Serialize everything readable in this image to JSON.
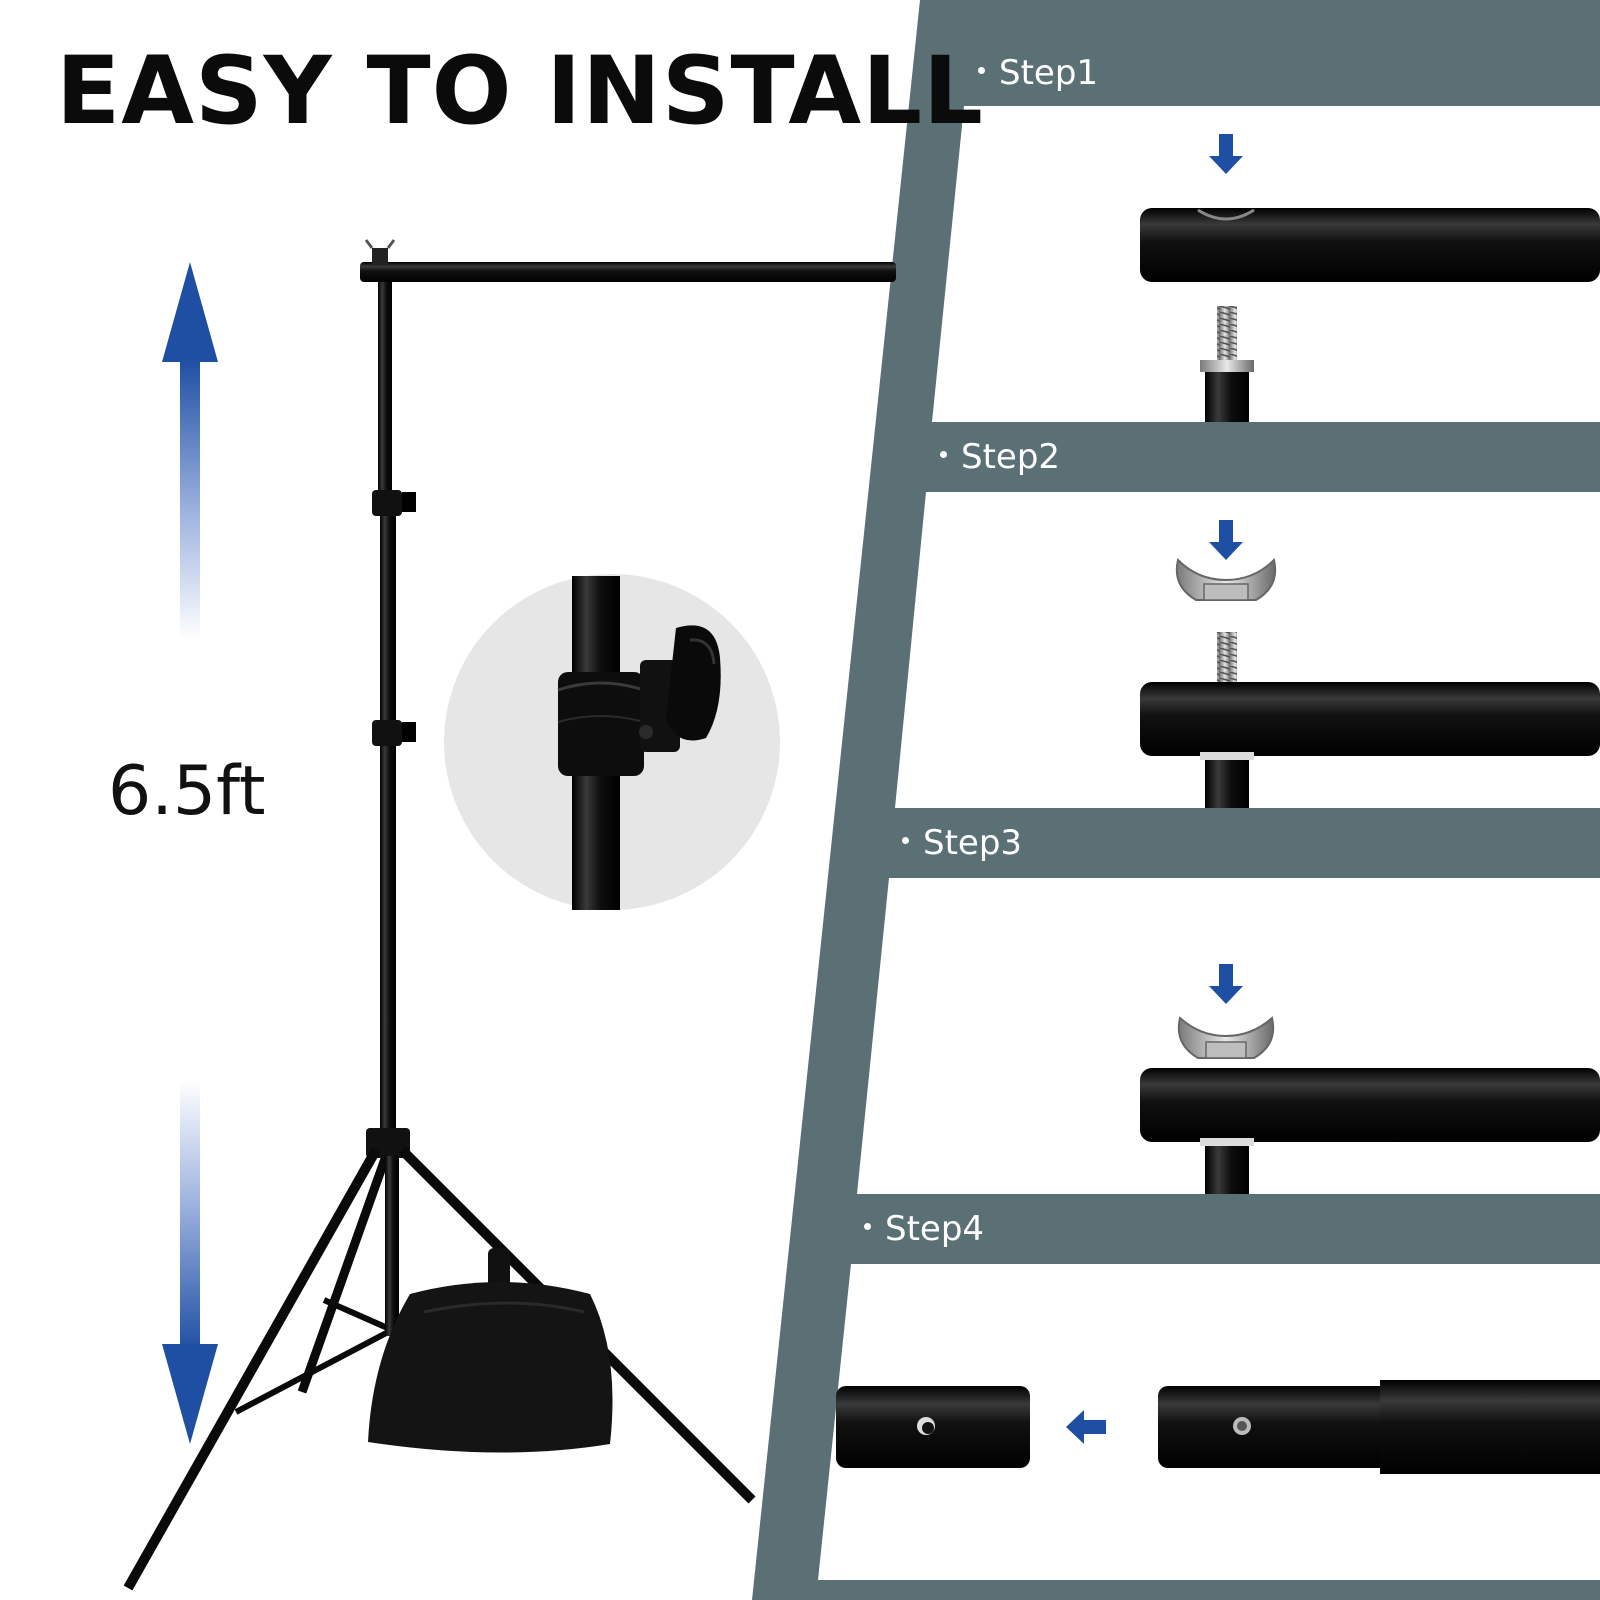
{
  "header": {
    "title": "EASY TO INSTALL"
  },
  "measurement": {
    "height_label": "6.5ft"
  },
  "steps": [
    {
      "label": "Step1"
    },
    {
      "label": "Step2"
    },
    {
      "label": "Step3"
    },
    {
      "label": "Step4"
    }
  ],
  "colors": {
    "panel": "#5a7074",
    "arrow_blue": "#1f4fa3",
    "metal_black": "#0a0a0a"
  }
}
